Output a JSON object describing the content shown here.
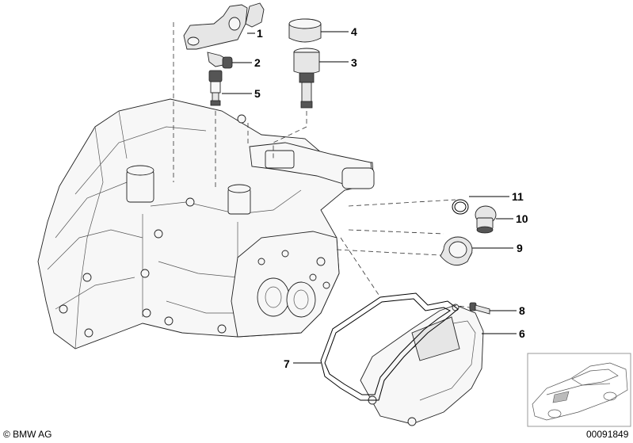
{
  "diagram": {
    "callouts": [
      {
        "id": "1",
        "label": "1"
      },
      {
        "id": "2",
        "label": "2"
      },
      {
        "id": "3",
        "label": "3"
      },
      {
        "id": "4",
        "label": "4"
      },
      {
        "id": "5",
        "label": "5"
      },
      {
        "id": "6",
        "label": "6"
      },
      {
        "id": "7",
        "label": "7"
      },
      {
        "id": "8",
        "label": "8"
      },
      {
        "id": "9",
        "label": "9"
      },
      {
        "id": "10",
        "label": "10"
      },
      {
        "id": "11",
        "label": "11"
      }
    ]
  },
  "footer": {
    "copyright": "© BMW AG",
    "image_number": "00091849"
  }
}
